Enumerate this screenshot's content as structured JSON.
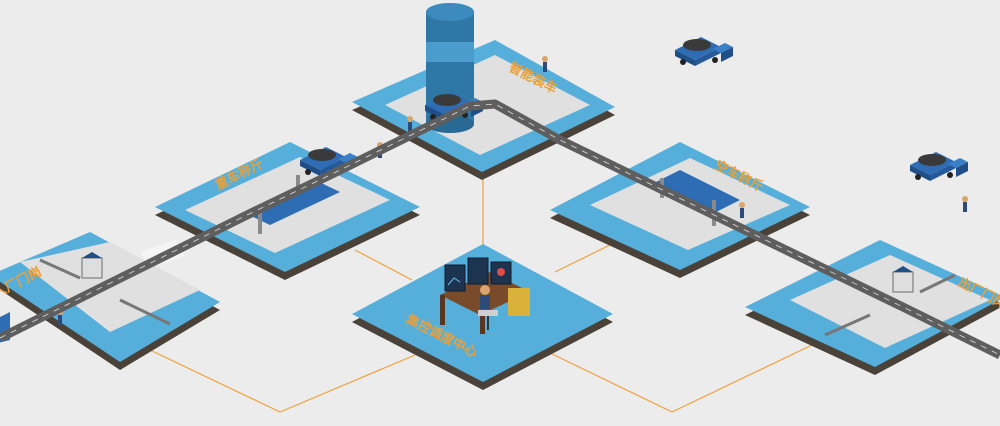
{
  "labels": {
    "entry_gate": "入厂门岗",
    "heavy_weigh": "重车称斤",
    "smart_load": "智能装车",
    "empty_weigh": "空车称斤",
    "exit_gate": "出厂门岗",
    "control_center": "集控调度中心"
  },
  "colors": {
    "platform_top": "#56aedb",
    "platform_side": "#4a4139",
    "lane": "#e0e0e0",
    "road": "#5e5e5e",
    "connector": "#f0a13c",
    "label": "#e8a13a",
    "truck": "#2e6db4",
    "silo": "#2f78a6"
  }
}
